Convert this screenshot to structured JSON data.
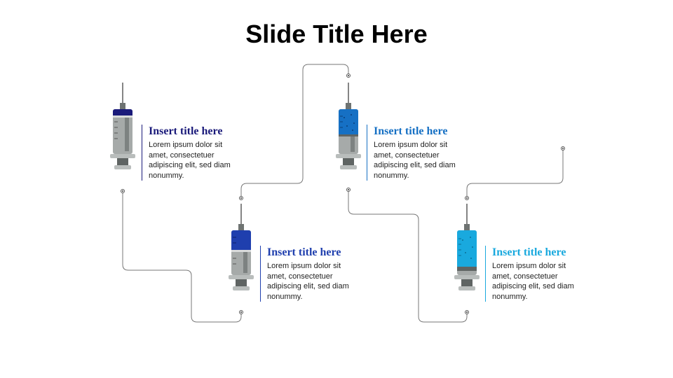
{
  "slide": {
    "title": "Slide Title Here"
  },
  "colors": {
    "navy": "#1a1a7a",
    "blue": "#1f3fae",
    "mid_blue": "#1670c4",
    "cyan": "#19a9de",
    "connector": "#777777",
    "barrel_gray": "#a6aaa9",
    "dark_gray": "#5f6463"
  },
  "items": [
    {
      "title": "Insert title here",
      "body": "Lorem ipsum dolor sit amet, consectetuer adipiscing elit, sed diam nonummy.",
      "color": "#1a1a7a"
    },
    {
      "title": "Insert title here",
      "body": "Lorem ipsum dolor sit amet, consectetuer adipiscing elit, sed diam nonummy.",
      "color": "#1f3fae"
    },
    {
      "title": "Insert title here",
      "body": "Lorem ipsum dolor sit amet, consectetuer adipiscing elit, sed diam nonummy.",
      "color": "#1670c4"
    },
    {
      "title": "Insert title here",
      "body": "Lorem ipsum dolor sit amet, consectetuer adipiscing elit, sed diam nonummy.",
      "color": "#19a9de"
    }
  ]
}
